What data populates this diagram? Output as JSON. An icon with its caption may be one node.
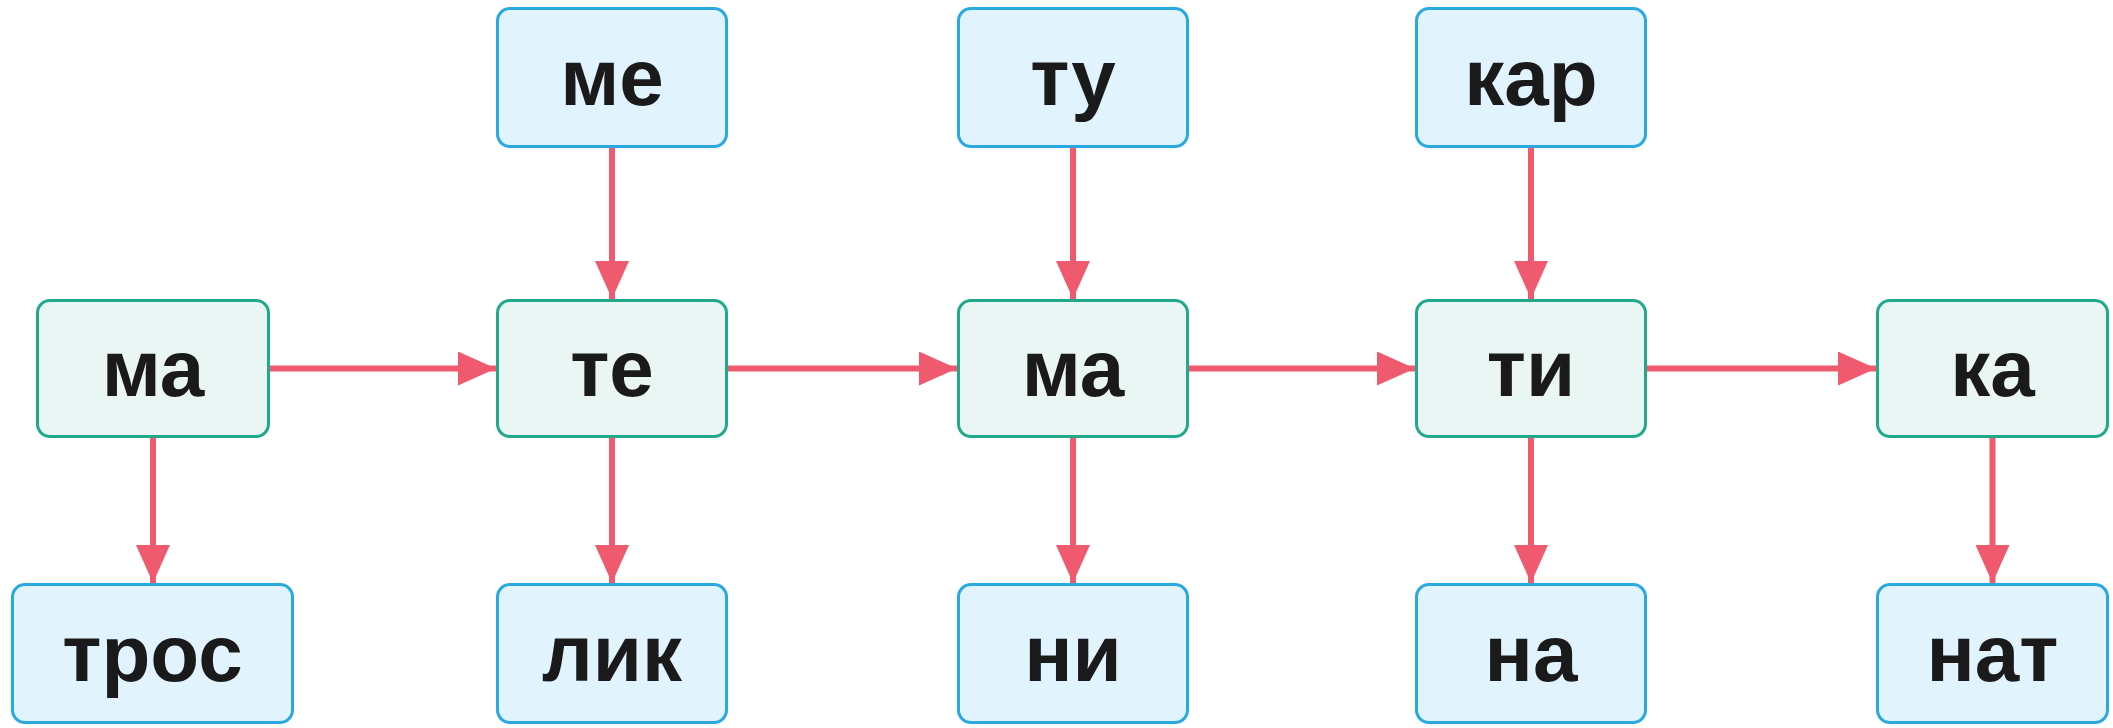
{
  "diagram": {
    "nodes": [
      {
        "text": [
          "ме"
        ]
      },
      {
        "text": [
          "ту"
        ]
      },
      {
        "text": [
          "кар"
        ]
      },
      {
        "text": [
          "ма"
        ]
      },
      {
        "text": [
          "те"
        ]
      },
      {
        "text": [
          "ма"
        ]
      },
      {
        "text": [
          "ти"
        ]
      },
      {
        "text": [
          "ка"
        ]
      },
      {
        "text": [
          "трос"
        ]
      },
      {
        "text": [
          "лик"
        ]
      },
      {
        "text": [
          "ни"
        ]
      },
      {
        "text": [
          "на"
        ]
      },
      {
        "text": [
          "нат"
        ]
      }
    ],
    "edges": [
      {
        "from": 0,
        "to": 4,
        "arrow": "to"
      },
      {
        "from": 1,
        "to": 5,
        "arrow": "to"
      },
      {
        "from": 2,
        "to": 6,
        "arrow": "to"
      },
      {
        "from": 3,
        "to": 4,
        "arrow": "to"
      },
      {
        "from": 4,
        "to": 5,
        "arrow": "to"
      },
      {
        "from": 5,
        "to": 6,
        "arrow": "to"
      },
      {
        "from": 6,
        "to": 7,
        "arrow": "to"
      },
      {
        "from": 3,
        "to": 8,
        "arrow": "to"
      },
      {
        "from": 4,
        "to": 9,
        "arrow": "to"
      },
      {
        "from": 5,
        "to": 10,
        "arrow": "to"
      },
      {
        "from": 6,
        "to": 11,
        "arrow": "to"
      },
      {
        "from": 7,
        "to": 12,
        "arrow": "to"
      }
    ]
  }
}
